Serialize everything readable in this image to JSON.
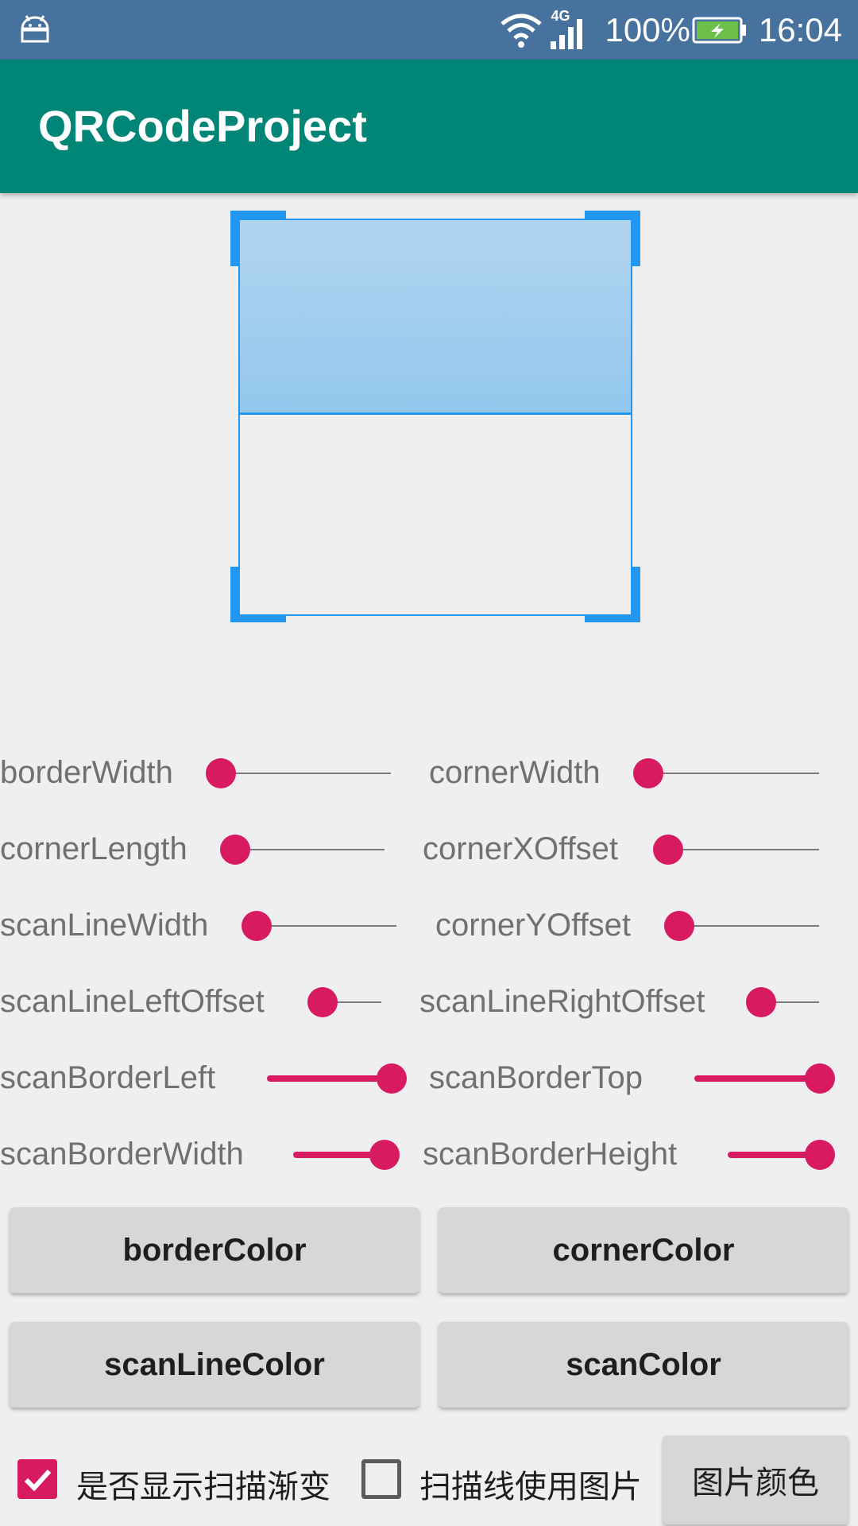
{
  "status_bar": {
    "network": "4G",
    "battery_percent": "100%",
    "time": "16:04",
    "icons": [
      "android-debug-icon",
      "wifi-icon",
      "signal-icon",
      "battery-charging-icon"
    ]
  },
  "app_bar": {
    "title": "QRCodeProject"
  },
  "colors": {
    "primary": "#008577",
    "accent": "#d81b60",
    "scan": "#2196f3",
    "status": "#46729d"
  },
  "sliders": [
    {
      "label": "borderWidth",
      "value": 0
    },
    {
      "label": "cornerWidth",
      "value": 0
    },
    {
      "label": "cornerLength",
      "value": 0
    },
    {
      "label": "cornerXOffset",
      "value": 0
    },
    {
      "label": "scanLineWidth",
      "value": 0
    },
    {
      "label": "cornerYOffset",
      "value": 0
    },
    {
      "label": "scanLineLeftOffset",
      "value": 0
    },
    {
      "label": "scanLineRightOffset",
      "value": 0
    },
    {
      "label": "scanBorderLeft",
      "value": 1
    },
    {
      "label": "scanBorderTop",
      "value": 1
    },
    {
      "label": "scanBorderWidth",
      "value": 1
    },
    {
      "label": "scanBorderHeight",
      "value": 1
    }
  ],
  "buttons": {
    "border_color": "borderColor",
    "corner_color": "cornerColor",
    "scan_line_color": "scanLineColor",
    "scan_color": "scanColor",
    "image_color": "图片颜色"
  },
  "checkboxes": [
    {
      "label": "是否显示扫描渐变",
      "checked": true
    },
    {
      "label": "扫描线使用图片",
      "checked": false
    }
  ]
}
